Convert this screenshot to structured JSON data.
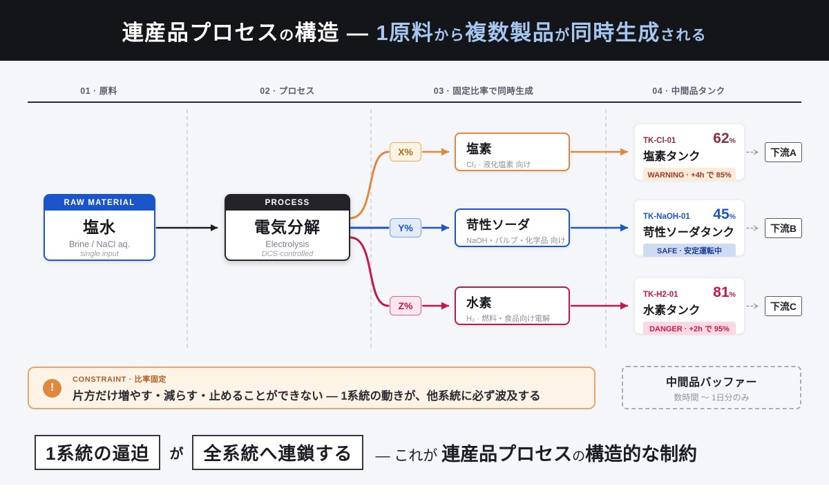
{
  "colors": {
    "ink": "#1c1d23",
    "blue": "#1a55cc",
    "orange": "#e0893e",
    "crimson": "#c4164b",
    "maroon": "#8c2f36",
    "header_blue": "#a6c8f0",
    "warn_bg": "#fbecda",
    "warn_text": "#9c3a28",
    "safe_bg": "#cfdaf3",
    "safe_text": "#1c3e96",
    "danger_bg": "#fad9e2",
    "danger_text": "#c21c4c",
    "constraint_bg": "#fdf4e7",
    "constraint_border": "#eaa768"
  },
  "header": {
    "segments": [
      {
        "t": "連産品プロセス",
        "c": "w"
      },
      {
        "t": "の",
        "c": "w",
        "small": true
      },
      {
        "t": "構造",
        "c": "w"
      },
      {
        "t": " ― ",
        "c": "w"
      },
      {
        "t": "1原料",
        "c": "b"
      },
      {
        "t": "から",
        "c": "b",
        "small": true
      },
      {
        "t": "複数製品",
        "c": "b"
      },
      {
        "t": "が",
        "c": "b",
        "small": true
      },
      {
        "t": "同時生成",
        "c": "b"
      },
      {
        "t": "される",
        "c": "b",
        "small": true
      }
    ]
  },
  "columns": [
    {
      "label": "01 · 原料"
    },
    {
      "label": "02 · プロセス"
    },
    {
      "label": "03 · 固定比率で同時生成"
    },
    {
      "label": "04 · 中間品タンク"
    }
  ],
  "source": {
    "tag": "RAW MATERIAL",
    "title": "塩水",
    "subtitle": "Brine / NaCl aq.",
    "note": "single input"
  },
  "process": {
    "tag": "PROCESS",
    "title": "電気分解",
    "subtitle": "Electrolysis",
    "note": "DCS-controlled"
  },
  "branches": [
    {
      "ratio": "X%",
      "product": "塩素",
      "product_sub": "Cl₂ · 液化塩素 向け",
      "tank_id": "TK-Cl-01",
      "level": "62",
      "unit": "%",
      "tank_name": "塩素タンク",
      "status": "WARNING · +4h で 85%",
      "downstream": "下流A"
    },
    {
      "ratio": "Y%",
      "product": "苛性ソーダ",
      "product_sub": "NaOH・パルプ・化学品 向け",
      "tank_id": "TK-NaOH-01",
      "level": "45",
      "unit": "%",
      "tank_name": "苛性ソーダタンク",
      "status": "SAFE · 安定運転中",
      "downstream": "下流B"
    },
    {
      "ratio": "Z%",
      "product": "水素",
      "product_sub": "H₂ · 燃料・食品向け電解",
      "tank_id": "TK-H2-01",
      "level": "81",
      "unit": "%",
      "tank_name": "水素タンク",
      "status": "DANGER · +2h で 95%",
      "downstream": "下流C"
    }
  ],
  "constraint": {
    "icon": "!",
    "label": "CONSTRAINT · 比率固定",
    "text": "片方だけ増やす・減らす・止めることができない ― 1系統の動きが、他系統に必ず波及する"
  },
  "buffer": {
    "title": "中間品バッファー",
    "subtitle": "数時間 〜 1日分のみ"
  },
  "footer": {
    "box1": "1系統の逼迫",
    "particle": "が",
    "box2": "全系統へ連鎖する",
    "tail": [
      {
        "t": "― これが "
      },
      {
        "t": "連産品プロセス",
        "bold": true
      },
      {
        "t": "の",
        "small": true
      },
      {
        "t": "構造的な制約",
        "bold": true
      }
    ]
  }
}
